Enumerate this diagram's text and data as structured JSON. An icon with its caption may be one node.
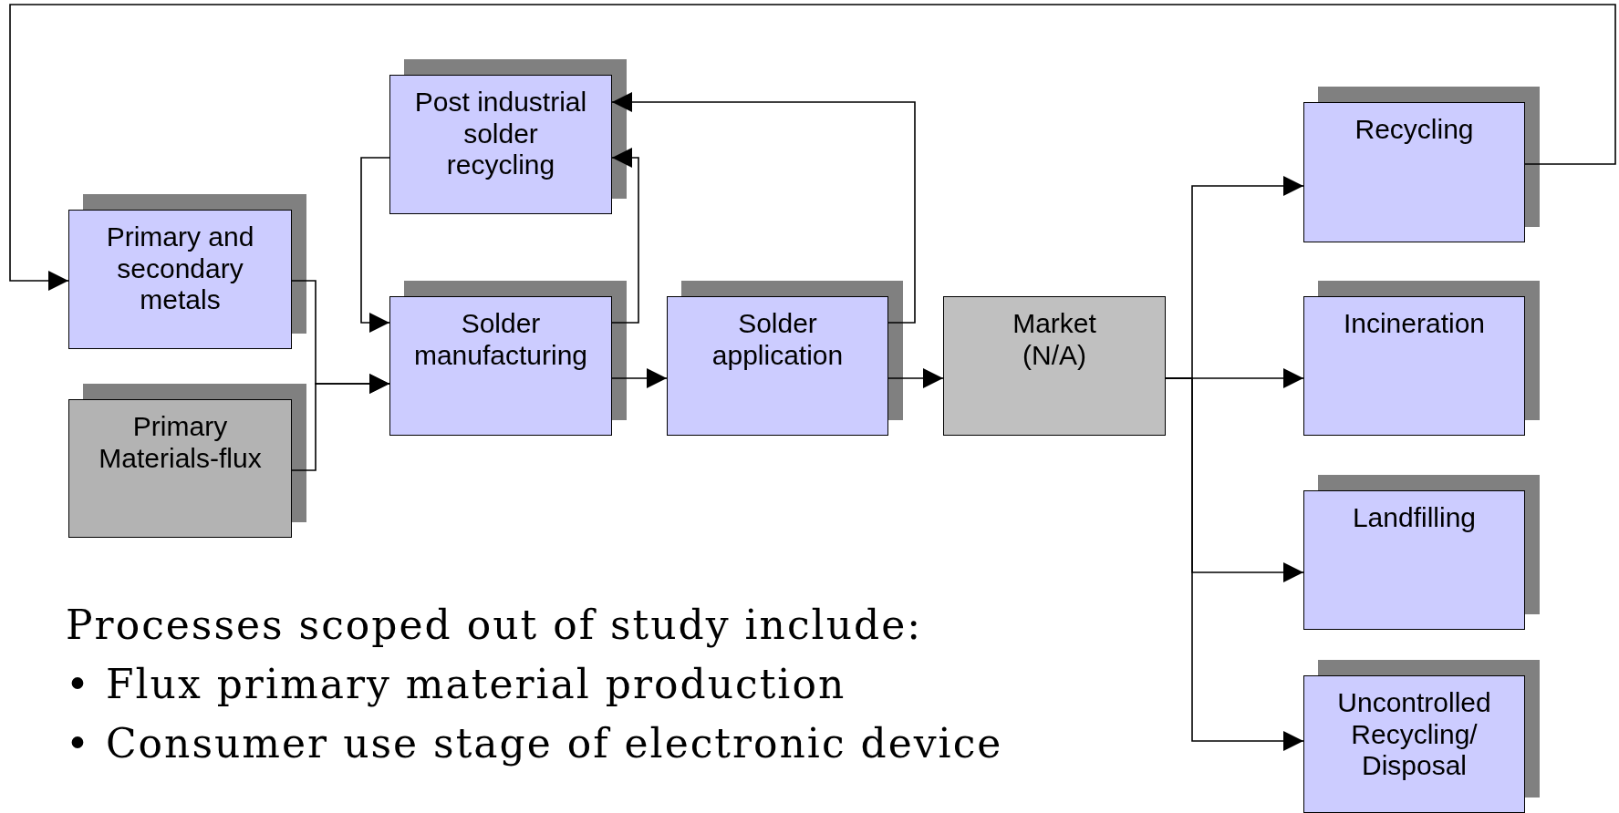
{
  "diagram": {
    "nodes": [
      {
        "text": [
          "Primary and secondary metals"
        ]
      },
      {
        "text": [
          "Primary Materials-flux"
        ]
      },
      {
        "text": [
          "Post industrial solder recycling"
        ]
      },
      {
        "text": [
          "Solder manufacturing"
        ]
      },
      {
        "text": [
          "Solder application"
        ]
      },
      {
        "text": [
          "Market (N/A)"
        ]
      },
      {
        "text": [
          "Recycling"
        ]
      },
      {
        "text": [
          "Incineration"
        ]
      },
      {
        "text": [
          "Landfilling"
        ]
      },
      {
        "text": [
          "Uncontrolled Recycling/ Disposal"
        ]
      }
    ],
    "edges": [
      {
        "from": 0,
        "to": 3,
        "arrow": "to"
      },
      {
        "from": 1,
        "to": 3,
        "arrow": "to"
      },
      {
        "from": 2,
        "to": 3,
        "arrow": "to"
      },
      {
        "from": 3,
        "to": 2,
        "arrow": "to"
      },
      {
        "from": 3,
        "to": 4,
        "arrow": "to"
      },
      {
        "from": 4,
        "to": 2,
        "arrow": "to"
      },
      {
        "from": 4,
        "to": 5,
        "arrow": "to"
      },
      {
        "from": 5,
        "to": 6,
        "arrow": "to"
      },
      {
        "from": 5,
        "to": 7,
        "arrow": "to"
      },
      {
        "from": 5,
        "to": 8,
        "arrow": "to"
      },
      {
        "from": 5,
        "to": 9,
        "arrow": "to"
      },
      {
        "from": 6,
        "to": 0,
        "arrow": "to"
      }
    ],
    "labels": [
      "Processes scoped out of study include:",
      "• Flux primary material production",
      "• Consumer use stage of electronic device"
    ]
  }
}
